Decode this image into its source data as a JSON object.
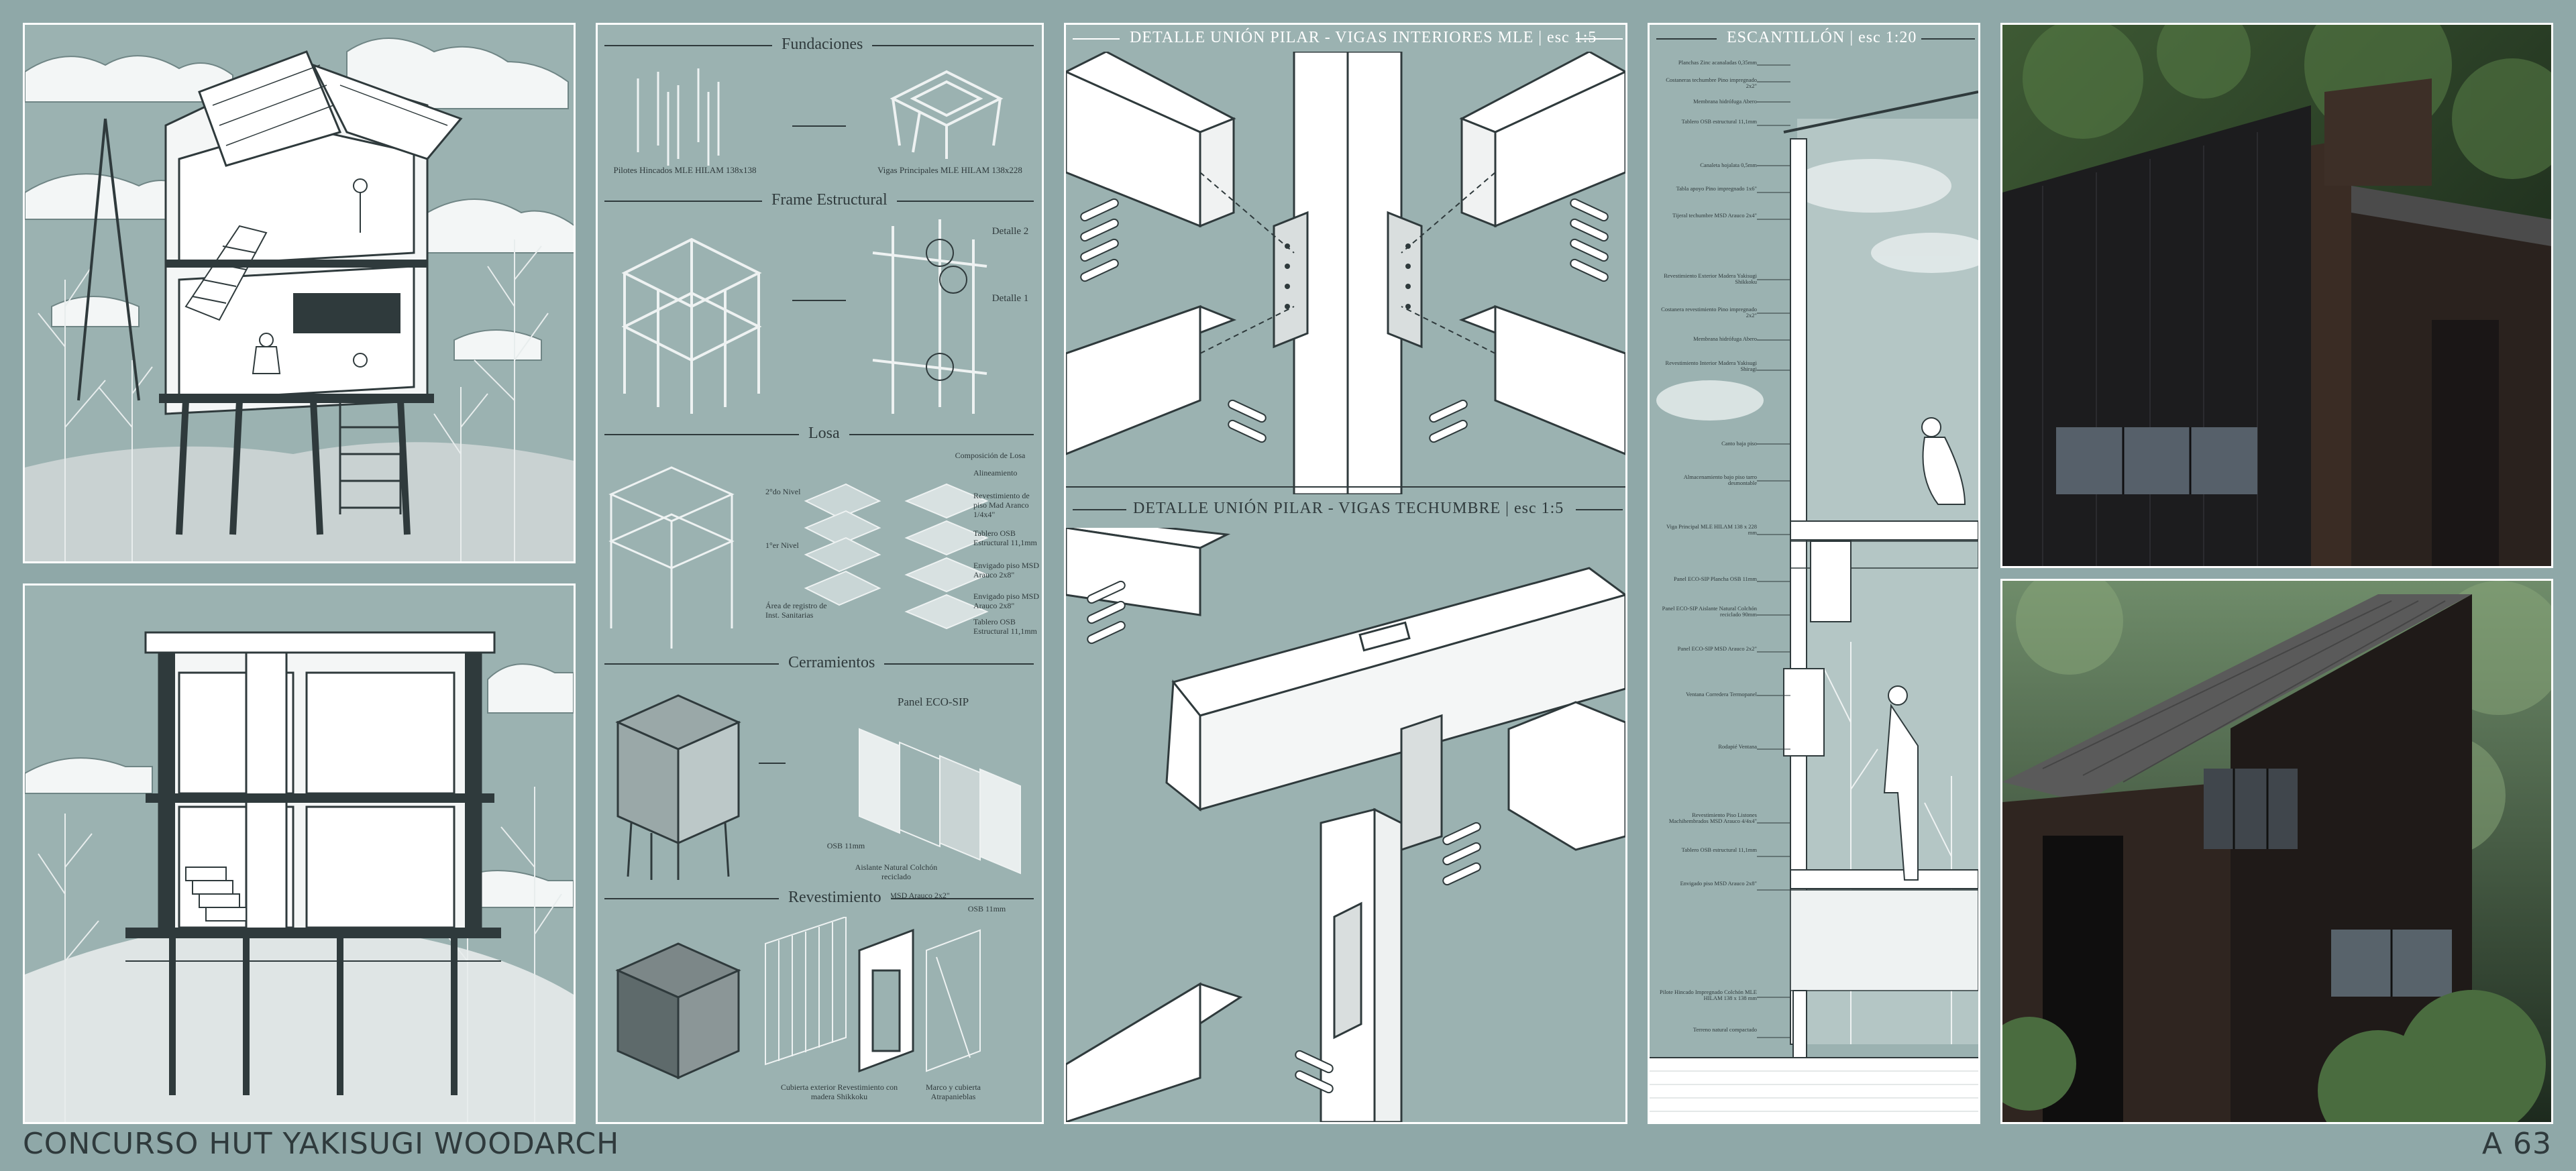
{
  "footer": {
    "title": "CONCURSO HUT YAKISUGI WOODARCH",
    "sheet": "A 63"
  },
  "axonometric": {
    "sections": [
      {
        "title": "Fundaciones",
        "labels": [
          "Pilotes Hincados MLE HILAM 138x138",
          "Vigas Principales MLE HILAM 138x228"
        ]
      },
      {
        "title": "Frame Estructural",
        "labels": [
          "Detalle 2",
          "Detalle 1"
        ]
      },
      {
        "title": "Losa",
        "labels": [
          "2°do Nivel",
          "1°er Nivel",
          "Área de registro de Inst. Sanitarias",
          "Composición de Losa",
          "Alineamiento",
          "Revestimiento de piso Mad Aranco 1/4x4\"",
          "Tablero OSB Estructural 11,1mm",
          "Envigado piso MSD Arauco 2x8\"",
          "Envigado piso MSD Arauco 2x8\"",
          "Tablero OSB Estructural 11,1mm"
        ]
      },
      {
        "title": "Cerramientos",
        "labels": [
          "Panel ECO-SIP",
          "OSB 11mm",
          "Aislante Natural Colchón reciclado",
          "MSD Arauco 2x2\"",
          "OSB 11mm"
        ]
      },
      {
        "title": "Revestimiento",
        "labels": [
          "Cubierta exterior Revestimiento con madera Shikkoku",
          "Marco y cubierta Atrapanieblas"
        ]
      }
    ]
  },
  "details": {
    "detail1_title": "DETALLE UNIÓN PILAR - VIGAS INTERIORES MLE  | esc 1:5",
    "detail2_title": "DETALLE UNIÓN PILAR - VIGAS TECHUMBRE  | esc 1:5"
  },
  "escantillon": {
    "title": "ESCANTILLÓN  | esc 1:20",
    "labels": [
      "Planchas Zinc acanaladas 0,35mm",
      "Costaneras techumbre Pino impregnado 2x2\"",
      "Membrana hidrófuga Abero",
      "Tablero OSB estructural 11,1mm",
      "Canaleta hojalata 0,5mm",
      "Tabla apoyo Pino impregnado 1x6\"",
      "Tijeral techumbre MSD Arauco 2x4\"",
      "Revestimiento Exterior Madera Yakisugi Shikkoku",
      "Costanera revestimiento Pino impregnado 2x2\"",
      "Membrana hidrófuga Abero",
      "Revestimiento Interior Madera Yakisugi Shiragi",
      "Canto baja piso",
      "Almacenamiento bajo piso tarro desmontable",
      "Viga Principal MLE HILAM 138 x 228 mm",
      "Panel ECO-SIP Plancha OSB 11mm",
      "Panel ECO-SIP Aislante Natural Colchón reciclado 90mm",
      "Panel ECO-SIP MSD Arauco 2x2\"",
      "Ventana Corredera Termopanel",
      "Rodapié Ventana",
      "Revestimiento Piso Listones Machihembrados MSD Arauco 4/4x4\"",
      "Tablero OSB estructural 11,1mm",
      "Envigado piso MSD Arauco 2x8\"",
      "Pilote Hincado Impregnado Colchón MLE HILAM 138 x 138 mm",
      "Terreno natural compactado"
    ]
  },
  "colors": {
    "sage": "#9bb2b1",
    "background": "#8fa8a8",
    "ink": "#2f3a3c",
    "charred": "#1c1c1e"
  }
}
